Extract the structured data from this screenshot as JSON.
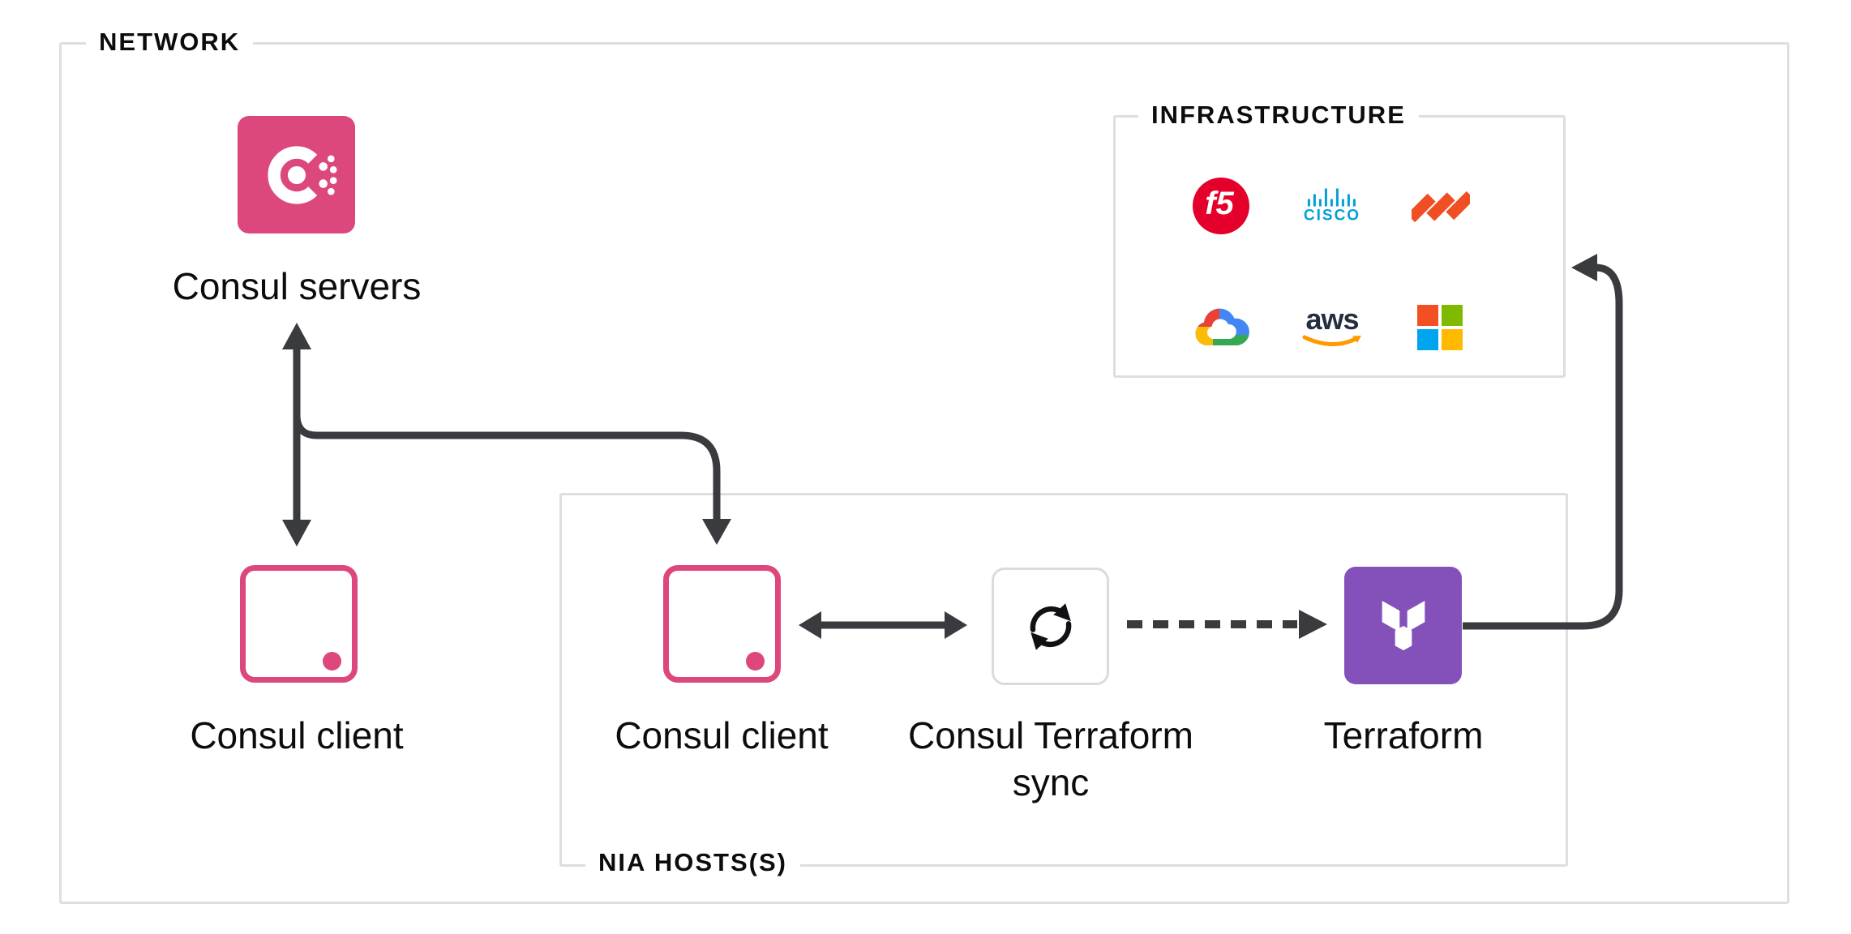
{
  "theme": {
    "consul_pink": "#DC477D",
    "terraform_purple": "#8450BA",
    "arrow_color": "#3A3B3F",
    "frame_border_color": "#DEDEDE",
    "background": "#FFFFFF",
    "text_color": "#0B0C0E"
  },
  "network": {
    "label": "NETWORK"
  },
  "nia": {
    "label": "NIA HOSTS(S)"
  },
  "infrastructure": {
    "label": "INFRASTRUCTURE",
    "f5_text": "f5",
    "cisco_text": "cisco",
    "aws_text": "aws",
    "logos": [
      {
        "name": "f5"
      },
      {
        "name": "cisco"
      },
      {
        "name": "palo-alto-networks"
      },
      {
        "name": "google-cloud"
      },
      {
        "name": "aws"
      },
      {
        "name": "microsoft"
      }
    ]
  },
  "nodes": {
    "consul_servers": {
      "label": "Consul servers"
    },
    "consul_client_left": {
      "label": "Consul client"
    },
    "consul_client_nia": {
      "label": "Consul client"
    },
    "consul_terraform_sync": {
      "label_line1": "Consul Terraform",
      "label_line2": "sync"
    },
    "terraform": {
      "label": "Terraform"
    }
  },
  "edges": [
    {
      "from": "consul-servers",
      "to": "consul-client-left",
      "style": "solid",
      "arrows": "both"
    },
    {
      "from": "consul-servers",
      "to": "consul-client-nia",
      "style": "solid",
      "arrows": "end"
    },
    {
      "from": "consul-client-nia",
      "to": "consul-terraform-sync",
      "style": "solid",
      "arrows": "both"
    },
    {
      "from": "consul-terraform-sync",
      "to": "terraform",
      "style": "dashed",
      "arrows": "end"
    },
    {
      "from": "terraform",
      "to": "infrastructure",
      "style": "solid",
      "arrows": "end"
    }
  ]
}
